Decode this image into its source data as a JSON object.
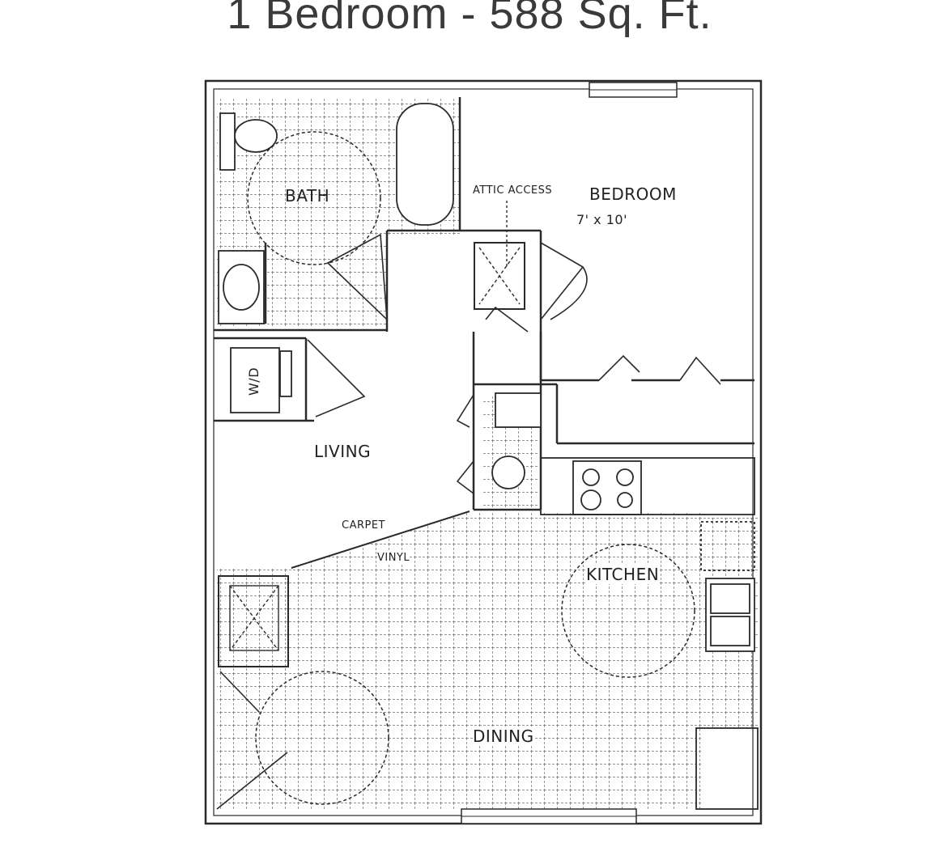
{
  "title": "1 Bedroom - 588 Sq. Ft.",
  "rooms": {
    "bath": "BATH",
    "bedroom": "BEDROOM",
    "bedroom_size": "7' x 10'",
    "attic": "ATTIC ACCESS",
    "living": "LIVING",
    "kitchen": "KITCHEN",
    "dining": "DINING",
    "washer_dryer": "W/D"
  },
  "floor": {
    "carpet": "CARPET",
    "vinyl": "VINYL"
  },
  "colors": {
    "line": "#2a2a2a",
    "tile": "#555555"
  }
}
